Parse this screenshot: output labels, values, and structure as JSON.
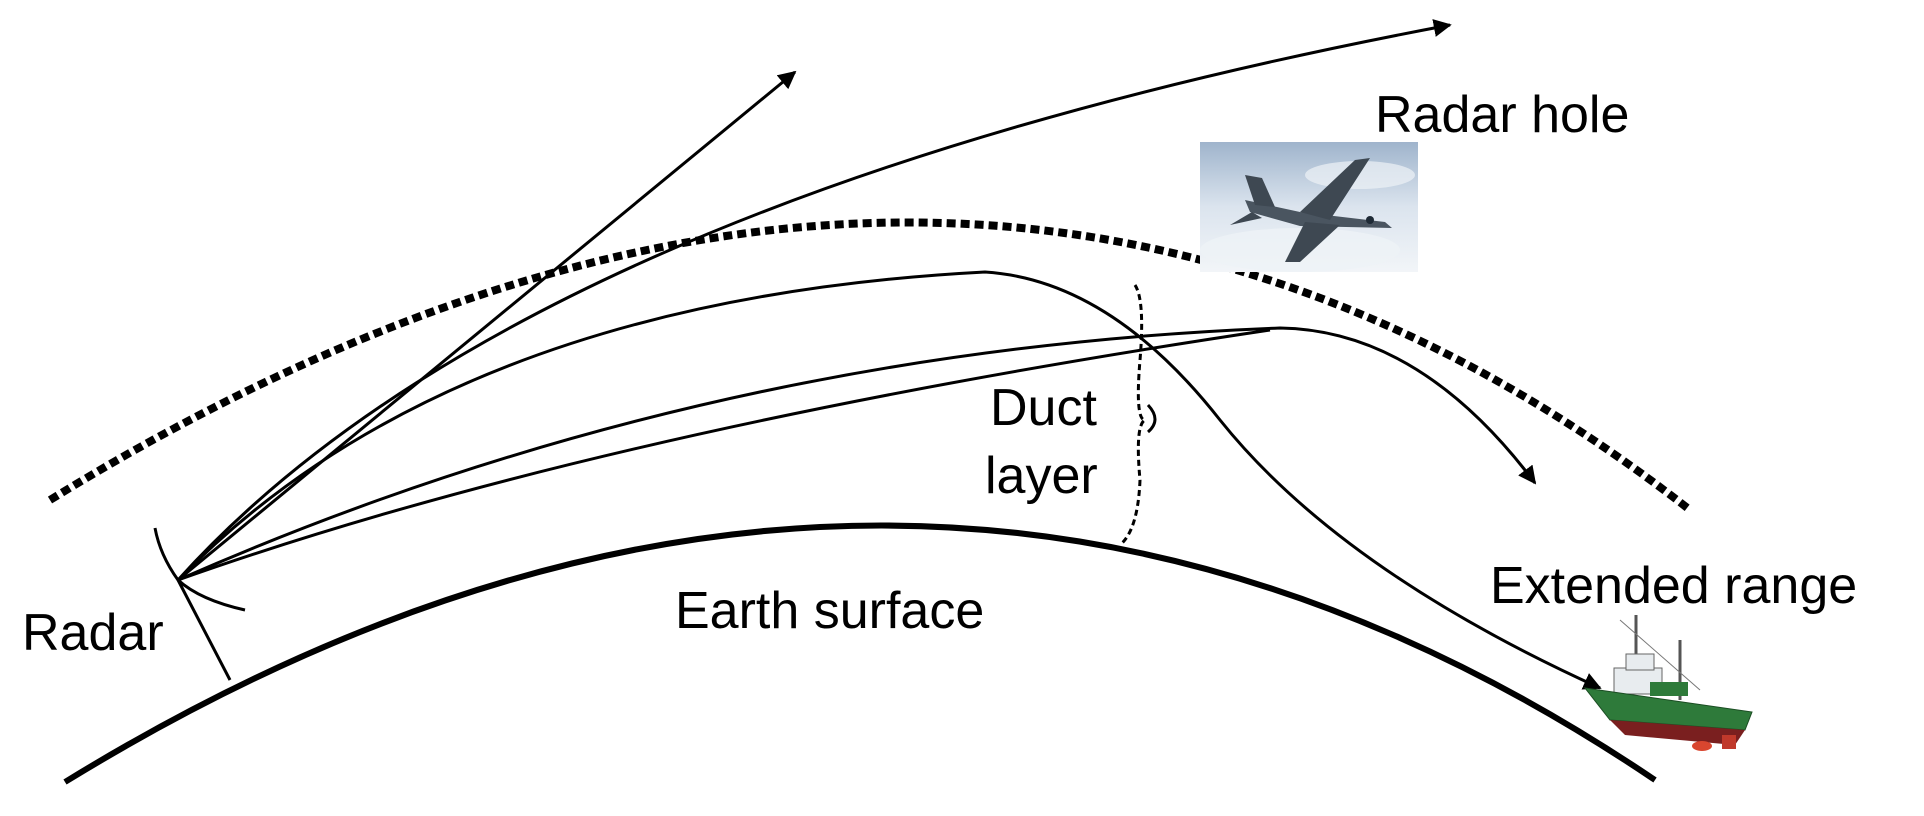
{
  "labels": {
    "radar_hole": "Radar hole",
    "duct_layer_line1": "Duct",
    "duct_layer_line2": "layer",
    "earth_surface": "Earth surface",
    "radar": "Radar",
    "extended_range": "Extended range"
  },
  "colors": {
    "ink": "#000000",
    "sky": "#c9d6e6",
    "jet": "#4a5560",
    "ship_hull_top": "#2e7a3a",
    "ship_hull_bottom": "#7a1f1f",
    "ship_cabin": "#e8ecef"
  },
  "icons": {
    "aircraft": "fighter-jet-photo",
    "ship": "ship-picture"
  }
}
